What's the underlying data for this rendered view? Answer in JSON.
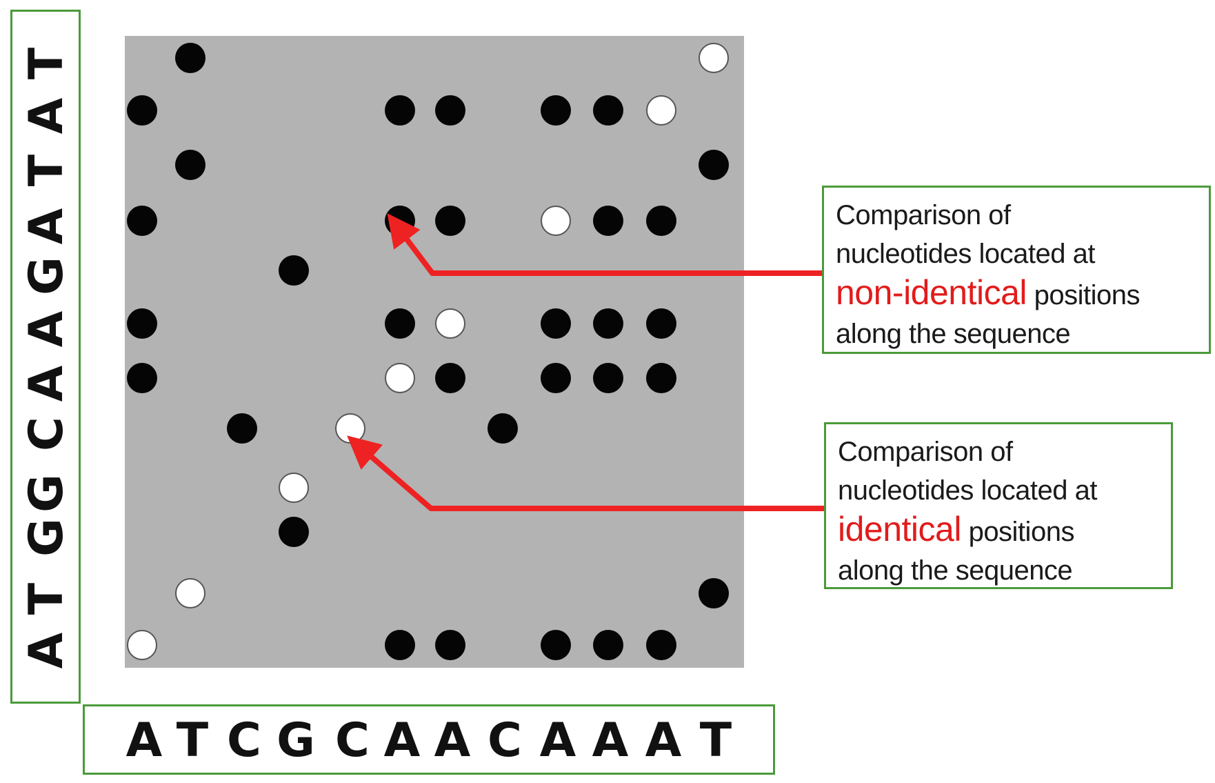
{
  "sequences": {
    "vertical": [
      "T",
      "A",
      "T",
      "A",
      "G",
      "A",
      "A",
      "C",
      "G",
      "G",
      "T",
      "A"
    ],
    "horizontal": [
      "A",
      "T",
      "C",
      "G",
      "C",
      "A",
      "A",
      "C",
      "A",
      "A",
      "A",
      "T"
    ]
  },
  "matrix": {
    "background": "#b3b3b3",
    "dot_colors": {
      "black": "#050505",
      "white": "#ffffff"
    },
    "dots": [
      {
        "row": 0,
        "col": 1,
        "color": "black"
      },
      {
        "row": 0,
        "col": 11,
        "color": "white"
      },
      {
        "row": 1,
        "col": 0,
        "color": "black"
      },
      {
        "row": 1,
        "col": 5,
        "color": "black"
      },
      {
        "row": 1,
        "col": 6,
        "color": "black"
      },
      {
        "row": 1,
        "col": 8,
        "color": "black"
      },
      {
        "row": 1,
        "col": 9,
        "color": "black"
      },
      {
        "row": 1,
        "col": 10,
        "color": "white"
      },
      {
        "row": 2,
        "col": 1,
        "color": "black"
      },
      {
        "row": 2,
        "col": 11,
        "color": "black"
      },
      {
        "row": 3,
        "col": 0,
        "color": "black"
      },
      {
        "row": 3,
        "col": 5,
        "color": "black"
      },
      {
        "row": 3,
        "col": 6,
        "color": "black"
      },
      {
        "row": 3,
        "col": 8,
        "color": "white"
      },
      {
        "row": 3,
        "col": 9,
        "color": "black"
      },
      {
        "row": 3,
        "col": 10,
        "color": "black"
      },
      {
        "row": 4,
        "col": 3,
        "color": "black"
      },
      {
        "row": 5,
        "col": 0,
        "color": "black"
      },
      {
        "row": 5,
        "col": 5,
        "color": "black"
      },
      {
        "row": 5,
        "col": 6,
        "color": "white"
      },
      {
        "row": 5,
        "col": 8,
        "color": "black"
      },
      {
        "row": 5,
        "col": 9,
        "color": "black"
      },
      {
        "row": 5,
        "col": 10,
        "color": "black"
      },
      {
        "row": 6,
        "col": 0,
        "color": "black"
      },
      {
        "row": 6,
        "col": 5,
        "color": "white"
      },
      {
        "row": 6,
        "col": 6,
        "color": "black"
      },
      {
        "row": 6,
        "col": 8,
        "color": "black"
      },
      {
        "row": 6,
        "col": 9,
        "color": "black"
      },
      {
        "row": 6,
        "col": 10,
        "color": "black"
      },
      {
        "row": 7,
        "col": 2,
        "color": "black"
      },
      {
        "row": 7,
        "col": 4,
        "color": "white"
      },
      {
        "row": 7,
        "col": 7,
        "color": "black"
      },
      {
        "row": 8,
        "col": 3,
        "color": "white"
      },
      {
        "row": 9,
        "col": 3,
        "color": "black"
      },
      {
        "row": 10,
        "col": 1,
        "color": "white"
      },
      {
        "row": 10,
        "col": 11,
        "color": "black"
      },
      {
        "row": 11,
        "col": 0,
        "color": "white"
      },
      {
        "row": 11,
        "col": 5,
        "color": "black"
      },
      {
        "row": 11,
        "col": 6,
        "color": "black"
      },
      {
        "row": 11,
        "col": 8,
        "color": "black"
      },
      {
        "row": 11,
        "col": 9,
        "color": "black"
      },
      {
        "row": 11,
        "col": 10,
        "color": "black"
      }
    ]
  },
  "callouts": {
    "nonidentical": {
      "line1": "Comparison of",
      "line2": "nucleotides located at",
      "highlight": "non-identical",
      "after_highlight": " positions",
      "line4": "along the sequence"
    },
    "identical": {
      "line1": "Comparison of",
      "line2": "nucleotides located at",
      "highlight": "identical",
      "after_highlight": " positions",
      "line4": "along the sequence"
    }
  },
  "colors": {
    "frame": "#4a9a3a",
    "highlight": "#e21b1b",
    "arrow": "#ee2222"
  }
}
